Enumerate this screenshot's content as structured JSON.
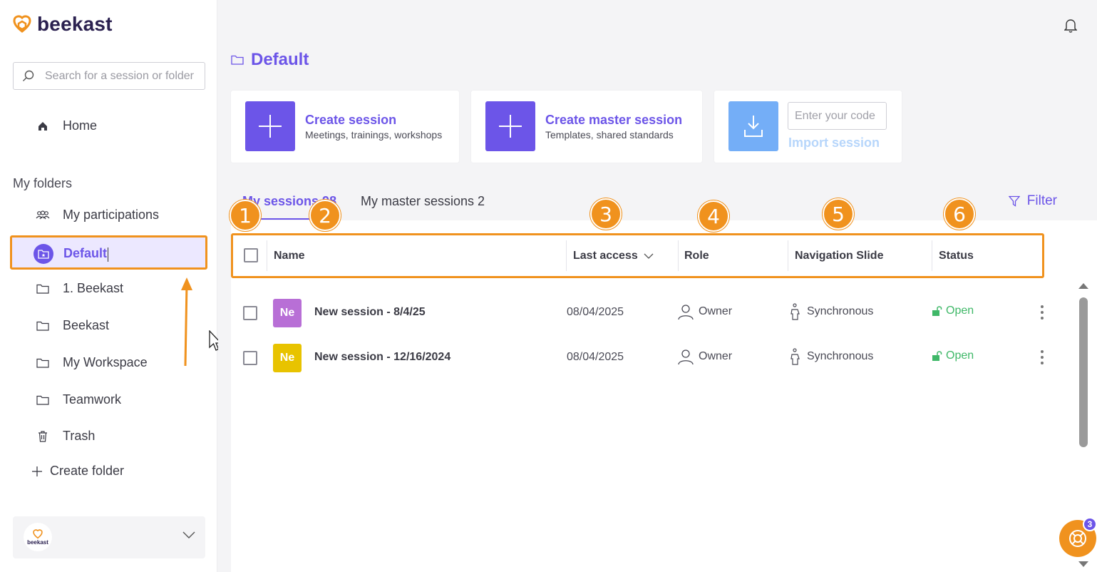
{
  "app": {
    "brand": "beekast"
  },
  "search": {
    "placeholder": "Search for a session or folder"
  },
  "sidebar": {
    "home": "Home",
    "section_label": "My folders",
    "items": [
      {
        "label": "My participations",
        "icon": "participants-icon"
      },
      {
        "label": "Default",
        "icon": "folder-star-icon",
        "selected": true
      },
      {
        "label": "1. Beekast",
        "icon": "folder-icon"
      },
      {
        "label": "Beekast",
        "icon": "folder-icon"
      },
      {
        "label": "My Workspace",
        "icon": "folder-icon"
      },
      {
        "label": "Teamwork",
        "icon": "folder-icon"
      },
      {
        "label": "Trash",
        "icon": "trash-icon"
      }
    ],
    "create_folder": "Create folder",
    "account_logo_text": "beekast"
  },
  "main": {
    "title": "Default",
    "cards": [
      {
        "title": "Create session",
        "subtitle": "Meetings, trainings, workshops"
      },
      {
        "title": "Create master session",
        "subtitle": "Templates, shared standards"
      }
    ],
    "import": {
      "placeholder": "Enter your code",
      "label": "Import session"
    },
    "tabs": [
      {
        "label": "My sessions 98",
        "active": true
      },
      {
        "label": "My master sessions 2",
        "active": false
      }
    ],
    "filter_label": "Filter",
    "columns": [
      "Name",
      "Last access",
      "Role",
      "Navigation Slide",
      "Status"
    ],
    "annotations": [
      "1",
      "2",
      "3",
      "4",
      "5",
      "6"
    ],
    "rows": [
      {
        "initials": "Ne",
        "avatar_color": "#b86fd6",
        "name": "New session - 8/4/25",
        "last_access": "08/04/2025",
        "role": "Owner",
        "navigation": "Synchronous",
        "status": "Open"
      },
      {
        "initials": "Ne",
        "avatar_color": "#e8c300",
        "name": "New session - 12/16/2024",
        "last_access": "08/04/2025",
        "role": "Owner",
        "navigation": "Synchronous",
        "status": "Open"
      }
    ],
    "help_badge_count": "3"
  },
  "colors": {
    "accent": "#6c55e8",
    "highlight": "#f0921e",
    "status_open": "#3fb868",
    "import_blue": "#74aef7"
  }
}
